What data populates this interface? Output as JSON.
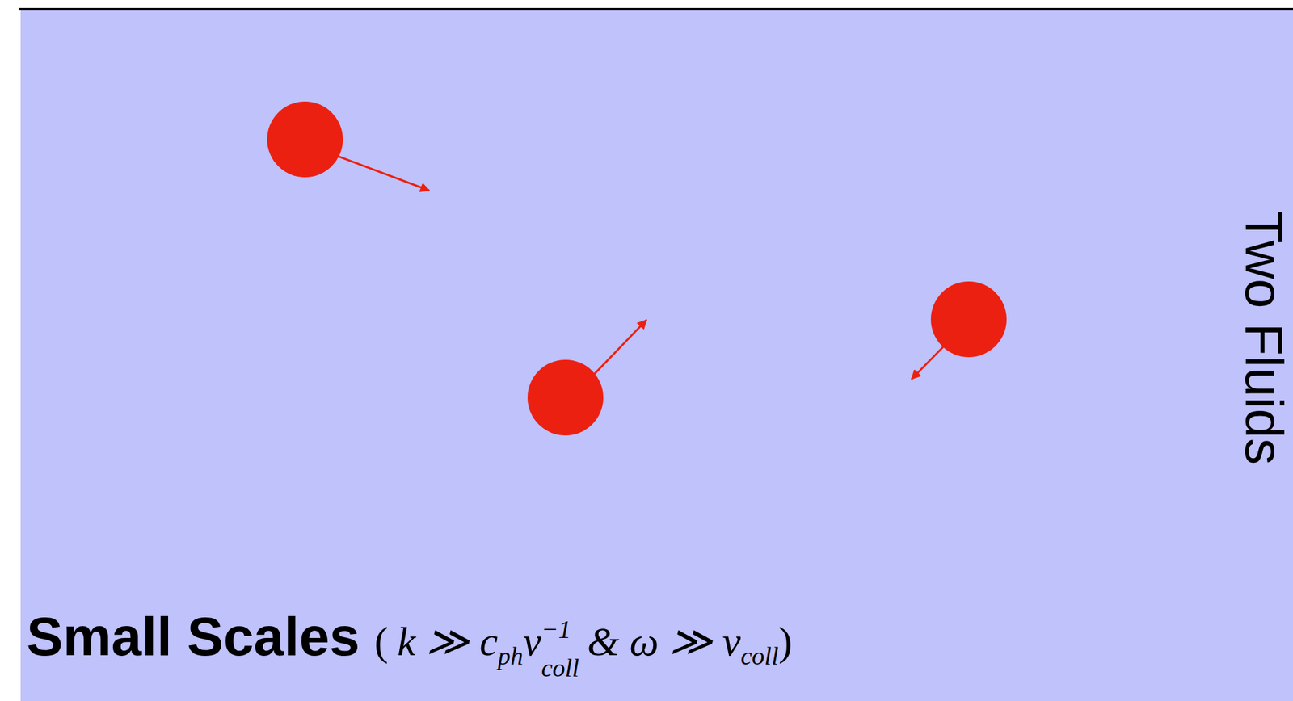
{
  "diagram": {
    "labels": [
      "Small Scales",
      "(",
      "k ≫ c",
      "ph",
      "ν",
      "−1",
      "coll",
      "& ω ≫ ν",
      "coll",
      ")",
      "Two Fluids"
    ]
  }
}
